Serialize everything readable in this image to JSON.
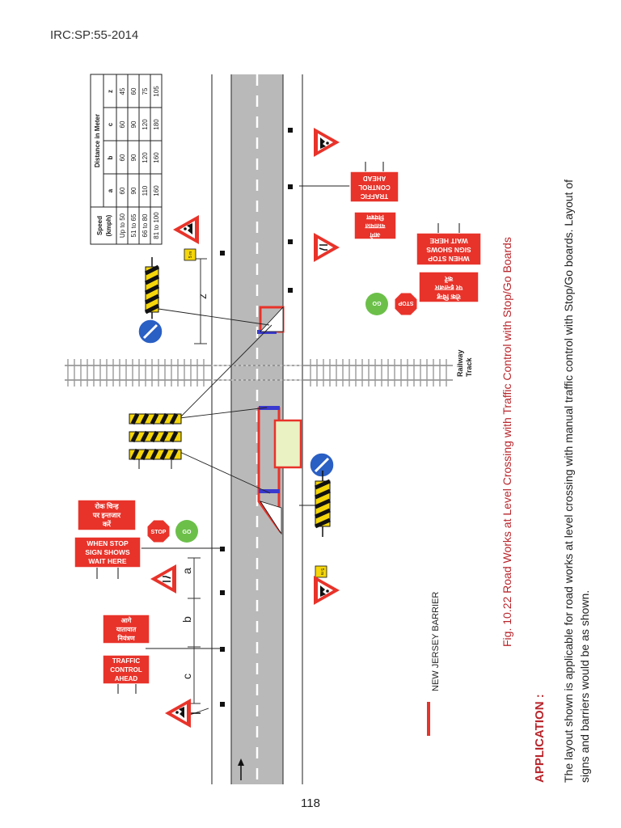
{
  "header": "IRC:SP:55-2014",
  "page_number": "118",
  "figure": {
    "caption": "Fig. 10.22  Road Works at Level Crossing with Traffic Control with Stop/Go Boards",
    "railway_label": [
      "Railway",
      "Track"
    ],
    "legend_label": "NEW JERSEY BARRIER",
    "dimension_labels": {
      "a": "a",
      "b": "b",
      "c": "c",
      "z": "z"
    },
    "plates": {
      "p1": "5 m",
      "p2": "5 m"
    },
    "signs": {
      "traffic_control_en": [
        "TRAFFIC",
        "CONTROL",
        "AHEAD"
      ],
      "traffic_control_hi": [
        "आगे",
        "यातायात",
        "नियंत्रण"
      ],
      "wait_here_en": [
        "WHEN STOP",
        "SIGN SHOWS",
        "WAIT HERE"
      ],
      "wait_here_hi": [
        "रोक चिन्ह",
        "पर इन्तजार",
        "करें"
      ],
      "stop": "STOP",
      "go": "GO"
    }
  },
  "table": {
    "col1_header": [
      "Speed",
      "(kmph)"
    ],
    "group_header": "Distance in Meter",
    "sub_headers": [
      "a",
      "b",
      "c",
      "z"
    ],
    "rows": [
      {
        "speed": "Up to 50",
        "a": "60",
        "b": "60",
        "c": "60",
        "z": "45"
      },
      {
        "speed": "51 to 65",
        "a": "90",
        "b": "90",
        "c": "90",
        "z": "60"
      },
      {
        "speed": "66 to 80",
        "a": "110",
        "b": "120",
        "c": "120",
        "z": "75"
      },
      {
        "speed": "81 to 100",
        "a": "160",
        "b": "160",
        "c": "180",
        "z": "105"
      }
    ]
  },
  "application": {
    "heading": "APPLICATION :",
    "lines": [
      "The layout shown is applicable for road works at level crossing with manual traffic control with Stop/Go boards. Layout of",
      "signs and barriers would be as shown."
    ]
  },
  "colors": {
    "red": "#e8332a",
    "road": "#b9b9b9",
    "green": "#6cc04a",
    "blue": "#2a5fc4",
    "yellow": "#f5d60a"
  }
}
